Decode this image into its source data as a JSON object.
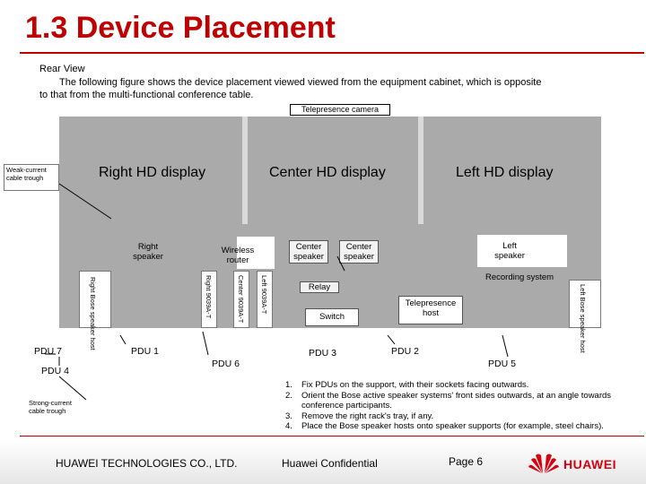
{
  "title": "1.3 Device Placement",
  "rear_view": "Rear View",
  "desc_line1": "The following figure shows the device placement viewed viewed from the equipment cabinet, which is opposite",
  "desc_line2": "to that from the multi-functional conference table.",
  "camera": "Telepresence camera",
  "weak_trough": "Weak-current cable trough",
  "strong_trough": "Strong-current cable trough",
  "displays": {
    "right": "Right HD display",
    "center": "Center HD display",
    "left": "Left HD display"
  },
  "speakers": {
    "right": "Right speaker",
    "center1": "Center speaker",
    "center2": "Center speaker",
    "left": "Left speaker"
  },
  "wireless_router": "Wireless router",
  "recording_system": "Recording system",
  "relay": "Relay",
  "switch": "Switch",
  "telepresence_host": "Telepresence host",
  "codecs": {
    "right": "Right 9039A-T",
    "center": "Center 9039A-T",
    "left": "Left 9039A-T"
  },
  "bose": {
    "right": "Right Bose speaker host",
    "left": "Left Bose speaker host"
  },
  "pdus": {
    "pdu1": "PDU 1",
    "pdu2": "PDU 2",
    "pdu3": "PDU 3",
    "pdu4": "PDU 4",
    "pdu5": "PDU 5",
    "pdu6": "PDU 6",
    "pdu7": "PDU 7"
  },
  "steps": [
    {
      "num": "1.",
      "text": "Fix PDUs on the support, with their sockets facing outwards."
    },
    {
      "num": "2.",
      "text": "Orient the Bose active speaker systems' front sides outwards, at an angle towards conference participants."
    },
    {
      "num": "3.",
      "text": "Remove the right rack's tray, if any."
    },
    {
      "num": "4.",
      "text": "Place the Bose speaker hosts onto speaker supports (for example, steel chairs)."
    }
  ],
  "footer": {
    "company": "HUAWEI TECHNOLOGIES CO., LTD.",
    "confidential": "Huawei Confidential",
    "page": "Page 6",
    "brand": "HUAWEI"
  },
  "colors": {
    "accent": "#c00000",
    "panel": "#aaaaaa",
    "logo": "#d7000f"
  }
}
